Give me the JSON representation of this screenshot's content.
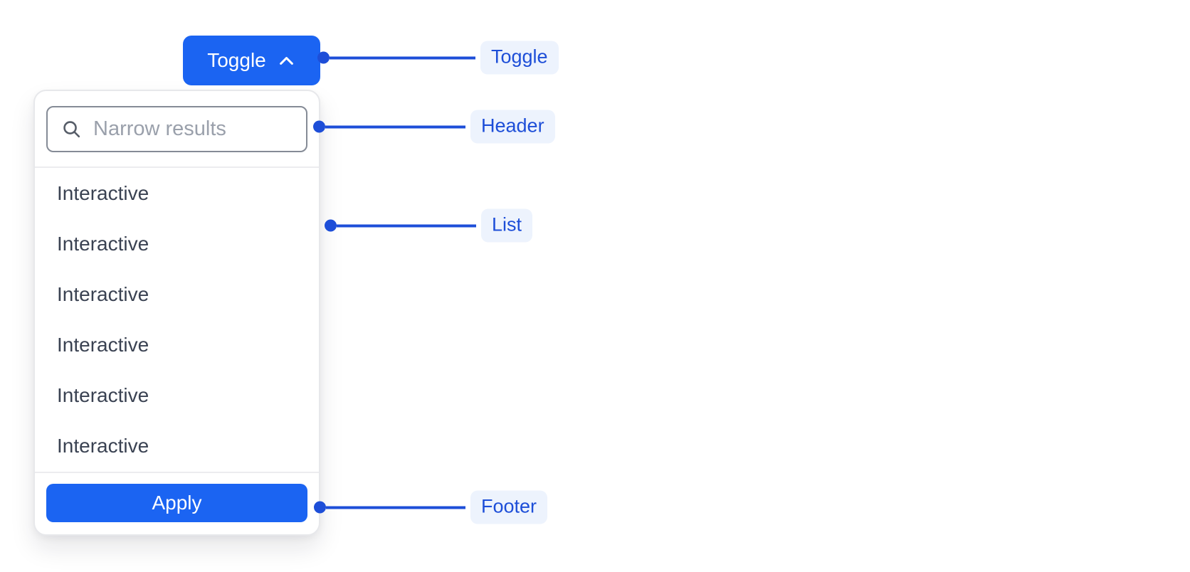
{
  "colors": {
    "primary_blue": "#1b64f2",
    "annotation_blue": "#1d4ed8",
    "annotation_pill_bg": "#edf3fd",
    "list_text": "#3a4252",
    "divider": "#ececef"
  },
  "toggle_button": {
    "label": "Toggle",
    "icon": "chevron-up-icon"
  },
  "panel": {
    "header": {
      "search_icon": "search-icon",
      "search_placeholder": "Narrow results",
      "search_value": ""
    },
    "list": {
      "items": [
        "Interactive",
        "Interactive",
        "Interactive",
        "Interactive",
        "Interactive",
        "Interactive"
      ]
    },
    "footer": {
      "apply_label": "Apply"
    }
  },
  "annotations": [
    {
      "label": "Toggle"
    },
    {
      "label": "Header"
    },
    {
      "label": "List"
    },
    {
      "label": "Footer"
    }
  ]
}
